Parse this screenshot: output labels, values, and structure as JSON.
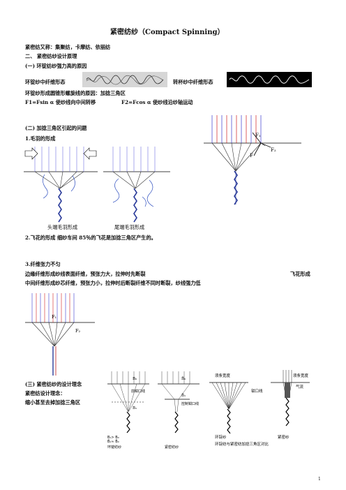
{
  "doc": {
    "title": "紧密纺纱（Compact Spinning）",
    "alias": "紧密纺又称：集聚纺，卡摩纺、依丽纺",
    "section2": "二、 紧密纺纱设计原理",
    "sub1": "(一) 环锭纺纱强力高的原因",
    "ring_label": "环锭纱中纤维形态",
    "rotor_label": "转杯纱中纤维形态",
    "helix_reason": "环锭纱形成圆锥形螺旋线的原因：加捻三角区",
    "formula_f1": "F1=Fsin α  使纱线向中间转移",
    "formula_f2": "F2=Fcos α  使纱线沿纱轴运动",
    "sub2": "(二) 加捻三角区引起的问题",
    "item1": "1.毛羽的形成",
    "cap_head": "头端毛羽形成",
    "cap_tail": "尾端毛羽形成",
    "item2": "2.飞花的形成   细纱车间 85％的飞花是加捻三角区产生的。",
    "item3": "3.纤维张力不匀",
    "item3_line1": "边缘纤维形成纱线表面纤维，预张力大，拉伸时先断裂",
    "item3_fly": "飞花形成",
    "item3_line2": "中间纤维形成纱芯纤维，预张力小，拉伸时后断裂纤维不同时断裂，纱线强力低",
    "sub3": "(三) 紧密纺纱的设计理念",
    "concept": "紧密纺设计理念：",
    "reduce": "缩小甚至去掉加捻三角区",
    "page_number": "1"
  },
  "fig_force": {
    "f1": "F₁",
    "f2": "F₂",
    "f": "F"
  },
  "fig_tension": {
    "f1": "F₁",
    "f2": "F₂"
  },
  "fig_b": {
    "b0": "B₀",
    "b1": "B₁",
    "b_bar0": "B̄₀",
    "b_bar1": "B̄₁",
    "exit": "前钳口线",
    "control": "控制钳口线",
    "eq1": "B₁> B₀",
    "eq2": "B̄₁≈ B̄₀",
    "label_ring": "环锭纺纱",
    "label_compact": "紧密纺纱"
  },
  "fig_compare": {
    "width_left": "须条宽度",
    "width_right": "须条宽度",
    "airflow": "气流",
    "nip": "钳口线",
    "ring": "环锭纱",
    "compact": "紧密纱",
    "caption": "环锭纺与紧密纺加捻三角区对比"
  }
}
